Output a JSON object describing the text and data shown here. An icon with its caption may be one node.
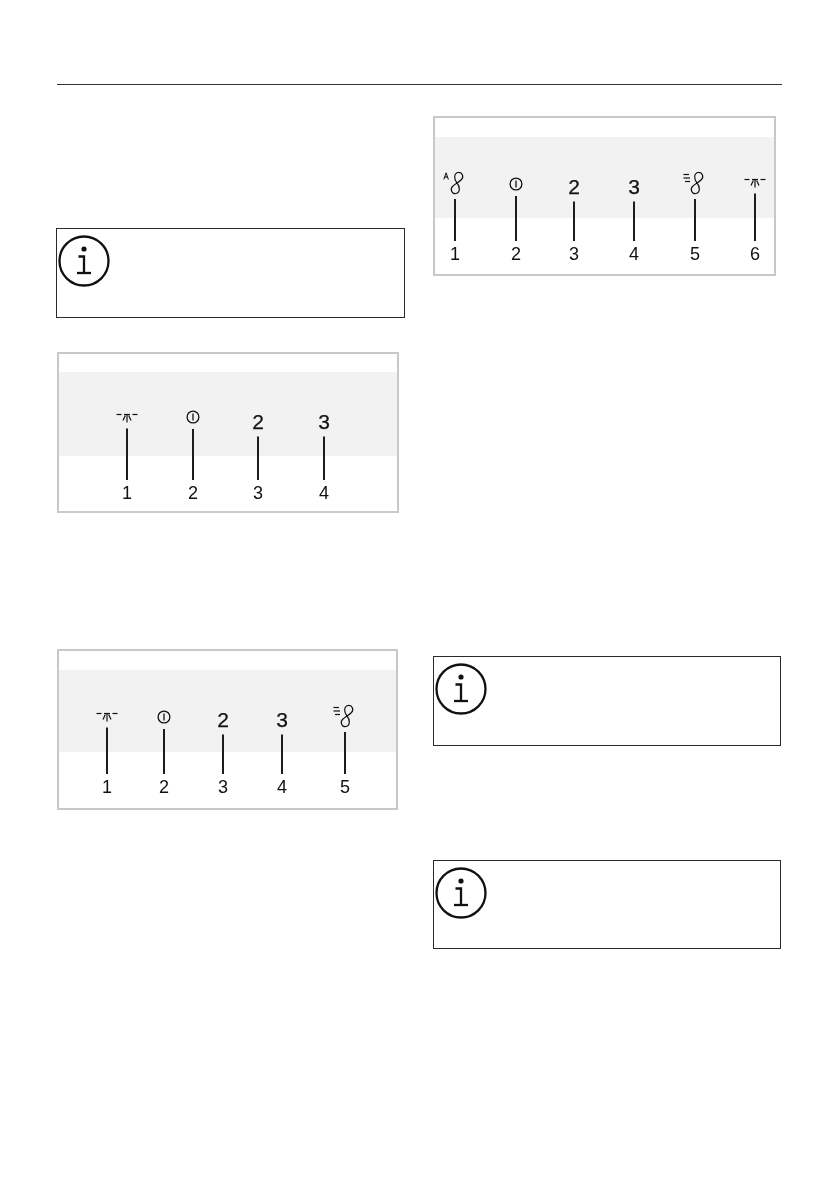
{
  "diagram": {
    "nodes": [
      {
        "text": [],
        "shape": "box"
      },
      {
        "text": [],
        "shape": "box"
      },
      {
        "text": [],
        "shape": "picture",
        "in": 1
      },
      {
        "text": [],
        "shape": "picture",
        "in": 1
      },
      {
        "text": [
          "2"
        ],
        "in": 1
      },
      {
        "text": [
          "3"
        ],
        "in": 1
      },
      {
        "text": [
          "1"
        ],
        "in": 1
      },
      {
        "text": [
          "2"
        ],
        "in": 1
      },
      {
        "text": [
          "3"
        ],
        "in": 1
      },
      {
        "text": [
          "4"
        ],
        "in": 1
      },
      {
        "text": [],
        "shape": "box"
      },
      {
        "text": [],
        "shape": "picture",
        "in": 10
      },
      {
        "text": [],
        "shape": "picture",
        "in": 10
      },
      {
        "text": [
          "2"
        ],
        "in": 10
      },
      {
        "text": [
          "3"
        ],
        "in": 10
      },
      {
        "text": [],
        "shape": "picture",
        "in": 10
      },
      {
        "text": [
          "1"
        ],
        "in": 10
      },
      {
        "text": [
          "2"
        ],
        "in": 10
      },
      {
        "text": [
          "3"
        ],
        "in": 10
      },
      {
        "text": [
          "4"
        ],
        "in": 10
      },
      {
        "text": [
          "5"
        ],
        "in": 10
      },
      {
        "text": [],
        "shape": "box"
      },
      {
        "text": [],
        "shape": "picture",
        "in": 21
      },
      {
        "text": [],
        "shape": "picture",
        "in": 21
      },
      {
        "text": [
          "2"
        ],
        "in": 21
      },
      {
        "text": [
          "3"
        ],
        "in": 21
      },
      {
        "text": [],
        "shape": "picture",
        "in": 21
      },
      {
        "text": [],
        "shape": "picture",
        "in": 21
      },
      {
        "text": [
          "1"
        ],
        "in": 21
      },
      {
        "text": [
          "2"
        ],
        "in": 21
      },
      {
        "text": [
          "3"
        ],
        "in": 21
      },
      {
        "text": [
          "4"
        ],
        "in": 21
      },
      {
        "text": [
          "5"
        ],
        "in": 21
      },
      {
        "text": [
          "6"
        ],
        "in": 21
      },
      {
        "text": [],
        "shape": "box"
      },
      {
        "text": [],
        "shape": "box"
      }
    ],
    "edges": [
      {
        "from": 6,
        "to": 2,
        "arrow": "none"
      },
      {
        "from": 7,
        "to": 3,
        "arrow": "none"
      },
      {
        "from": 8,
        "to": 4,
        "arrow": "none"
      },
      {
        "from": 9,
        "to": 5,
        "arrow": "none"
      },
      {
        "from": 16,
        "to": 11,
        "arrow": "none"
      },
      {
        "from": 17,
        "to": 12,
        "arrow": "none"
      },
      {
        "from": 18,
        "to": 13,
        "arrow": "none"
      },
      {
        "from": 19,
        "to": 14,
        "arrow": "none"
      },
      {
        "from": 20,
        "to": 15,
        "arrow": "none"
      },
      {
        "from": 28,
        "to": 22,
        "arrow": "none"
      },
      {
        "from": 29,
        "to": 23,
        "arrow": "none"
      },
      {
        "from": 30,
        "to": 24,
        "arrow": "none"
      },
      {
        "from": 31,
        "to": 25,
        "arrow": "none"
      },
      {
        "from": 32,
        "to": 26,
        "arrow": "none"
      },
      {
        "from": 33,
        "to": 27,
        "arrow": "none"
      }
    ]
  }
}
